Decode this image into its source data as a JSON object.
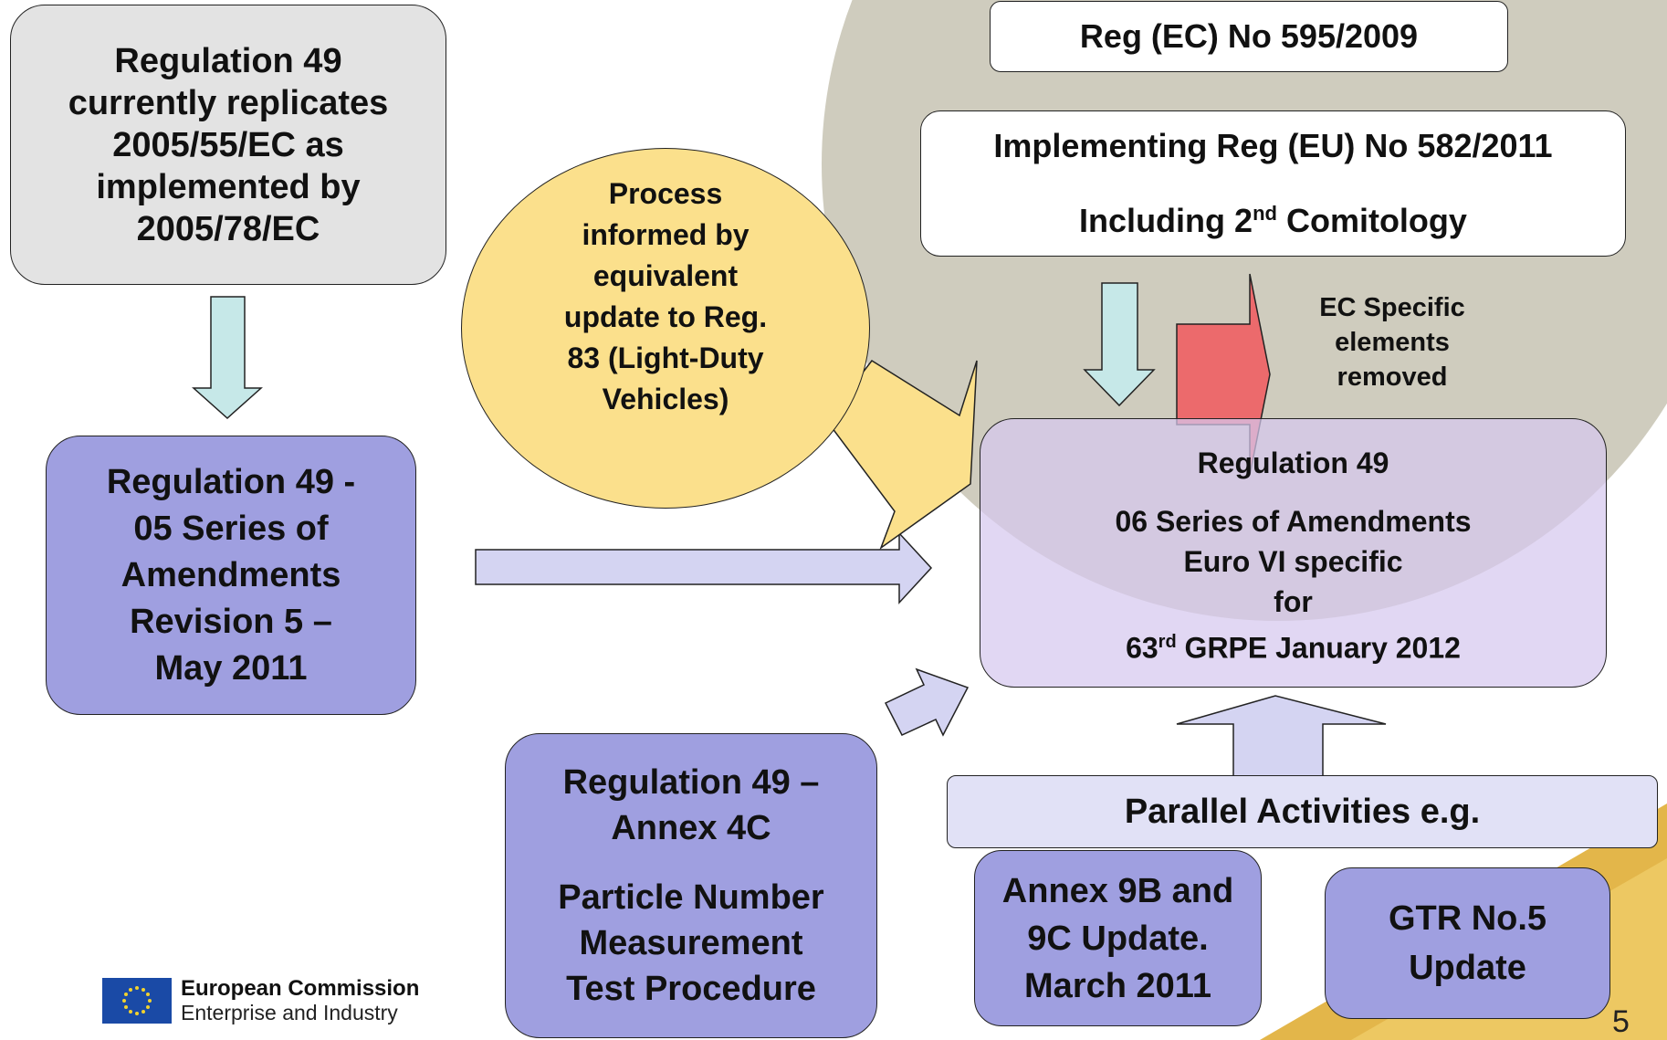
{
  "colors": {
    "grey_box": "#e3e3e3",
    "purple_box": "#9f9fe0",
    "lavender_arrow": "#d4d4f2",
    "teal_arrow": "#c6e8e8",
    "red_arrow": "#ec6a6c",
    "yellow": "#fbe08c",
    "background_circle": "#c7c3b3",
    "gold_swoosh": "#e3b64a"
  },
  "boxes": {
    "reg49_original": [
      "Regulation 49",
      "currently replicates",
      "2005/55/EC as",
      "implemented by",
      "2005/78/EC"
    ],
    "reg49_05_series": [
      "Regulation 49 -",
      "05 Series of",
      "Amendments",
      "Revision 5 –",
      "May 2011"
    ],
    "reg_ec_595": "Reg (EC) No 595/2009",
    "implementing_reg": "Implementing Reg (EU) No 582/2011",
    "comitology": {
      "prefix": "Including 2",
      "sup": "nd",
      "suffix": " Comitology"
    },
    "process_circle": [
      "Process",
      "informed by",
      "equivalent",
      "update to Reg.",
      "83 (Light-Duty",
      "Vehicles)"
    ],
    "ec_specific": [
      "EC Specific",
      "elements",
      "removed"
    ],
    "reg49_06": {
      "title": "Regulation 49",
      "lines": [
        "06 Series of Amendments",
        "Euro VI specific",
        "for"
      ],
      "grpe_prefix": "63",
      "grpe_sup": "rd",
      "grpe_suffix": " GRPE January 2012"
    },
    "annex_4c": {
      "lines1": [
        "Regulation 49 –",
        "Annex 4C"
      ],
      "lines2": [
        "Particle Number",
        "Measurement",
        "Test Procedure"
      ]
    },
    "parallel": "Parallel Activities e.g.",
    "annex_9b": [
      "Annex 9B and",
      "9C Update.",
      "March 2011"
    ],
    "gtr5": [
      "GTR No.5",
      "Update"
    ]
  },
  "logo": {
    "line1": "European Commission",
    "line2": "Enterprise and Industry"
  },
  "page_number": "5"
}
